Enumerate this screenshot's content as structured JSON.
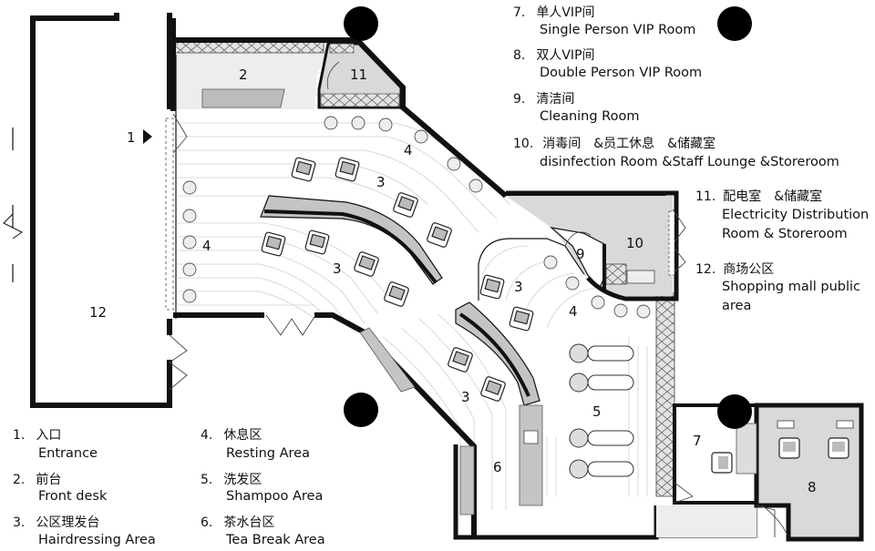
{
  "plan": {
    "labels": {
      "n1": "1",
      "n2": "2",
      "n3": "3",
      "n4": "4",
      "n5": "5",
      "n6": "6",
      "n7": "7",
      "n8": "8",
      "n9": "9",
      "n10": "10",
      "n11": "11",
      "n12": "12"
    }
  },
  "legend_left": [
    {
      "num": "1.",
      "cn": "入口",
      "en": "Entrance"
    },
    {
      "num": "2.",
      "cn": "前台",
      "en": "Front desk"
    },
    {
      "num": "3.",
      "cn": "公区理发台",
      "en": "Hairdressing Area"
    }
  ],
  "legend_mid": [
    {
      "num": "4.",
      "cn": "休息区",
      "en": "Resting Area"
    },
    {
      "num": "5.",
      "cn": "洗发区",
      "en": "Shampoo Area"
    },
    {
      "num": "6.",
      "cn": "茶水台区",
      "en": "Tea Break Area"
    }
  ],
  "legend_right": [
    {
      "num": "7.",
      "cn": "单人VIP间",
      "en": "Single Person VIP Room"
    },
    {
      "num": "8.",
      "cn": "双人VIP间",
      "en": "Double Person VIP Room"
    },
    {
      "num": "9.",
      "cn": "清洁间",
      "en": "Cleaning Room"
    },
    {
      "num": "10.",
      "cn": "消毒间　&员工休息　&储藏室",
      "en": "disinfection Room &Staff Lounge &Storeroom"
    }
  ],
  "legend_side": [
    {
      "num": "11.",
      "cn": "配电室　&储藏室",
      "en1": "Electricity Distribution",
      "en2": "Room & Storeroom"
    },
    {
      "num": "12.",
      "cn": "商场公区",
      "en1": "Shopping mall public",
      "en2": "area"
    }
  ],
  "colors": {
    "wall": "#111111",
    "floor_gray": "#d6d6d6",
    "furniture": "#bdbdbd",
    "column": "#000000"
  }
}
